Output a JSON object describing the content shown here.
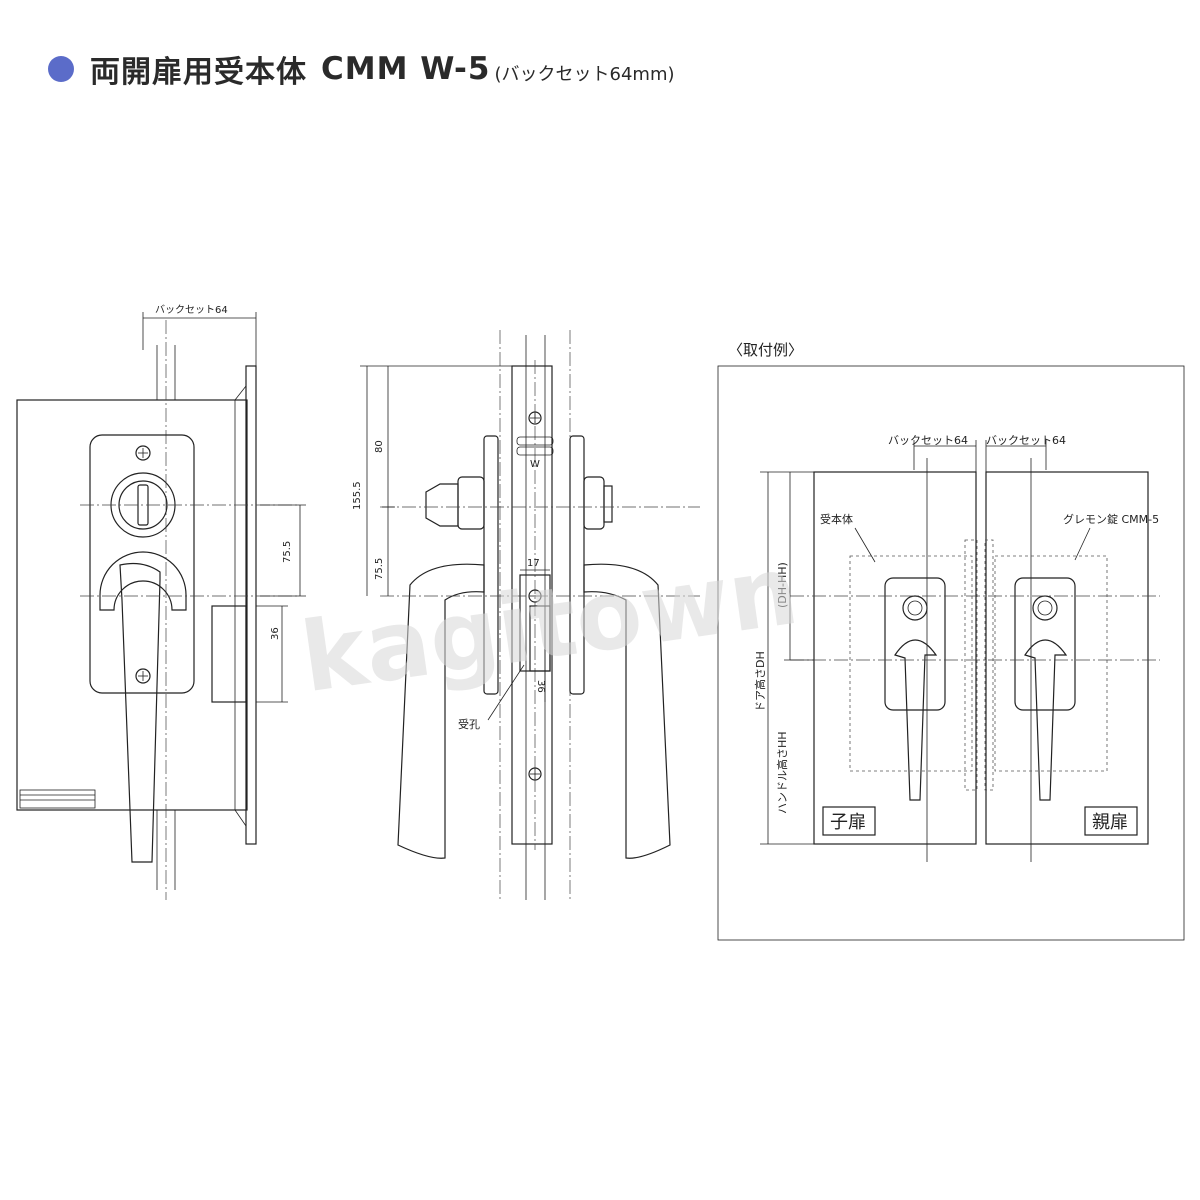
{
  "title": {
    "main": "両開扉用受本体",
    "model": "CMM W-5",
    "sub": "(バックセット64mm)",
    "bullet_color": "#5b6cc9"
  },
  "front_view": {
    "backset_label": "バックセット64",
    "dim_755": "75.5",
    "dim_36": "36"
  },
  "side_view": {
    "dim_1555": "155.5",
    "dim_80": "80",
    "dim_755": "75.5",
    "dim_17": "17",
    "dim_36": "36",
    "plate_mark": "W",
    "strike_label": "受孔"
  },
  "example": {
    "heading": "〈取付例〉",
    "backset_left": "バックセット64",
    "backset_right": "バックセット64",
    "receiver_label": "受本体",
    "lock_label": "グレモン錠 CMM-5",
    "door_height": "ドア高さDH",
    "handle_height": "ハンドル高さHH",
    "dh_hh": "(DH-HH)",
    "child_door": "子扉",
    "parent_door": "親扉"
  },
  "watermark": "kagitown"
}
